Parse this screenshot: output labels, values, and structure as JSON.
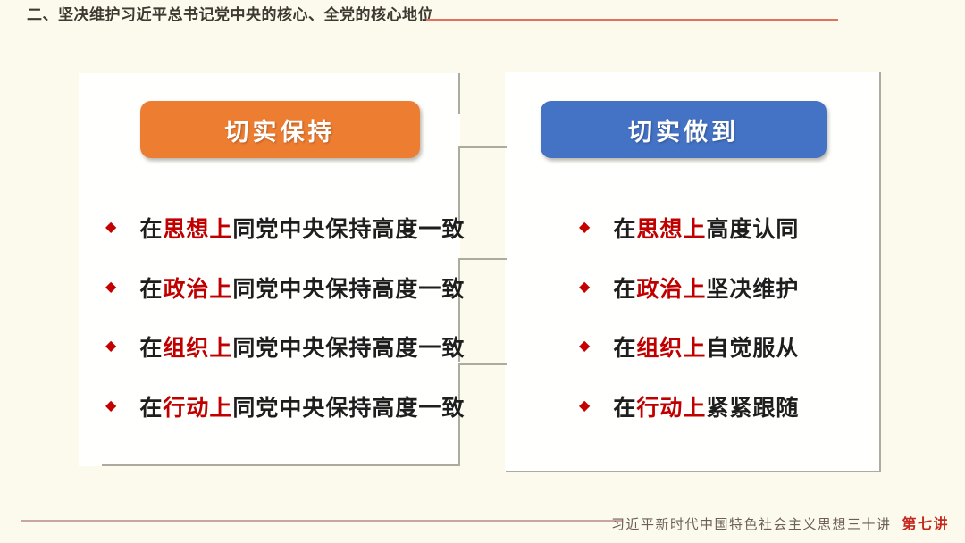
{
  "slide": {
    "title": "二、坚决维护习近平总书记党中央的核心、全党的核心地位",
    "bullet_icon": "◆",
    "panels": [
      {
        "header": "切实保持",
        "header_color": "#ED7D31",
        "items": [
          {
            "prefix": "在",
            "highlight": "思想上",
            "rest": "同党中央保持高度一致"
          },
          {
            "prefix": "在",
            "highlight": "政治上",
            "rest": "同党中央保持高度一致"
          },
          {
            "prefix": "在",
            "highlight": "组织上",
            "rest": "同党中央保持高度一致"
          },
          {
            "prefix": "在",
            "highlight": "行动上",
            "rest": "同党中央保持高度一致"
          }
        ]
      },
      {
        "header": "切实做到",
        "header_color": "#4472C4",
        "items": [
          {
            "prefix": "在",
            "highlight": "思想上",
            "rest": "高度认同"
          },
          {
            "prefix": "在",
            "highlight": "政治上",
            "rest": "坚决维护"
          },
          {
            "prefix": "在",
            "highlight": "组织上",
            "rest": "自觉服从"
          },
          {
            "prefix": "在",
            "highlight": "行动上",
            "rest": "紧紧跟随"
          }
        ]
      }
    ],
    "footer": {
      "course": "习近平新时代中国特色社会主义思想三十讲",
      "lecture": "第七讲"
    },
    "colors": {
      "background": "#FBFAEC",
      "accent_red": "#C00000",
      "orange": "#ED7D31",
      "blue": "#4472C4",
      "title_text": "#3E3A31",
      "title_underline": "#E2705C",
      "footer_line": "#C9A6A6",
      "footer_text": "#6B5E57",
      "connector_gray": "#ABABA0"
    }
  }
}
